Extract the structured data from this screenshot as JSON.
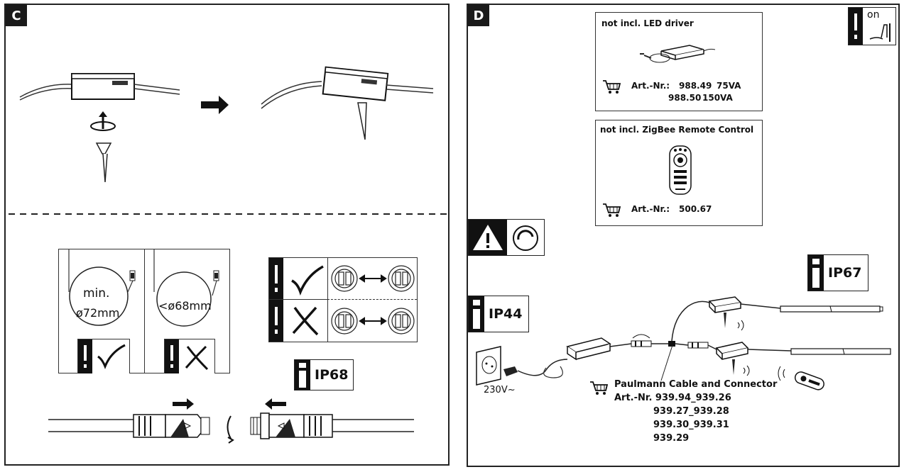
{
  "panel_c": {
    "letter": "C",
    "bend_ok_line1": "min.",
    "bend_ok_line2": "ø72mm",
    "bend_bad": "<ø68mm",
    "ip_rating": "IP68"
  },
  "panel_d": {
    "letter": "D",
    "on_label": "on",
    "led_driver": {
      "title": "not incl. LED driver",
      "art_label": "Art.-Nr.:",
      "row1_num": "988.49",
      "row1_va": "75VA",
      "row2_num": "988.50",
      "row2_va": "150VA"
    },
    "remote": {
      "title": "not incl. ZigBee Remote Control",
      "art_label": "Art.-Nr.:",
      "num": "500.67"
    },
    "ip44": "IP44",
    "ip67": "IP67",
    "voltage": "230V~",
    "cable": {
      "title": "Paulmann Cable and Connector",
      "line1": "Art.-Nr. 939.94_939.26",
      "line2": "939.27_939.28",
      "line3": "939.30_939.31",
      "line4": "939.29"
    }
  }
}
